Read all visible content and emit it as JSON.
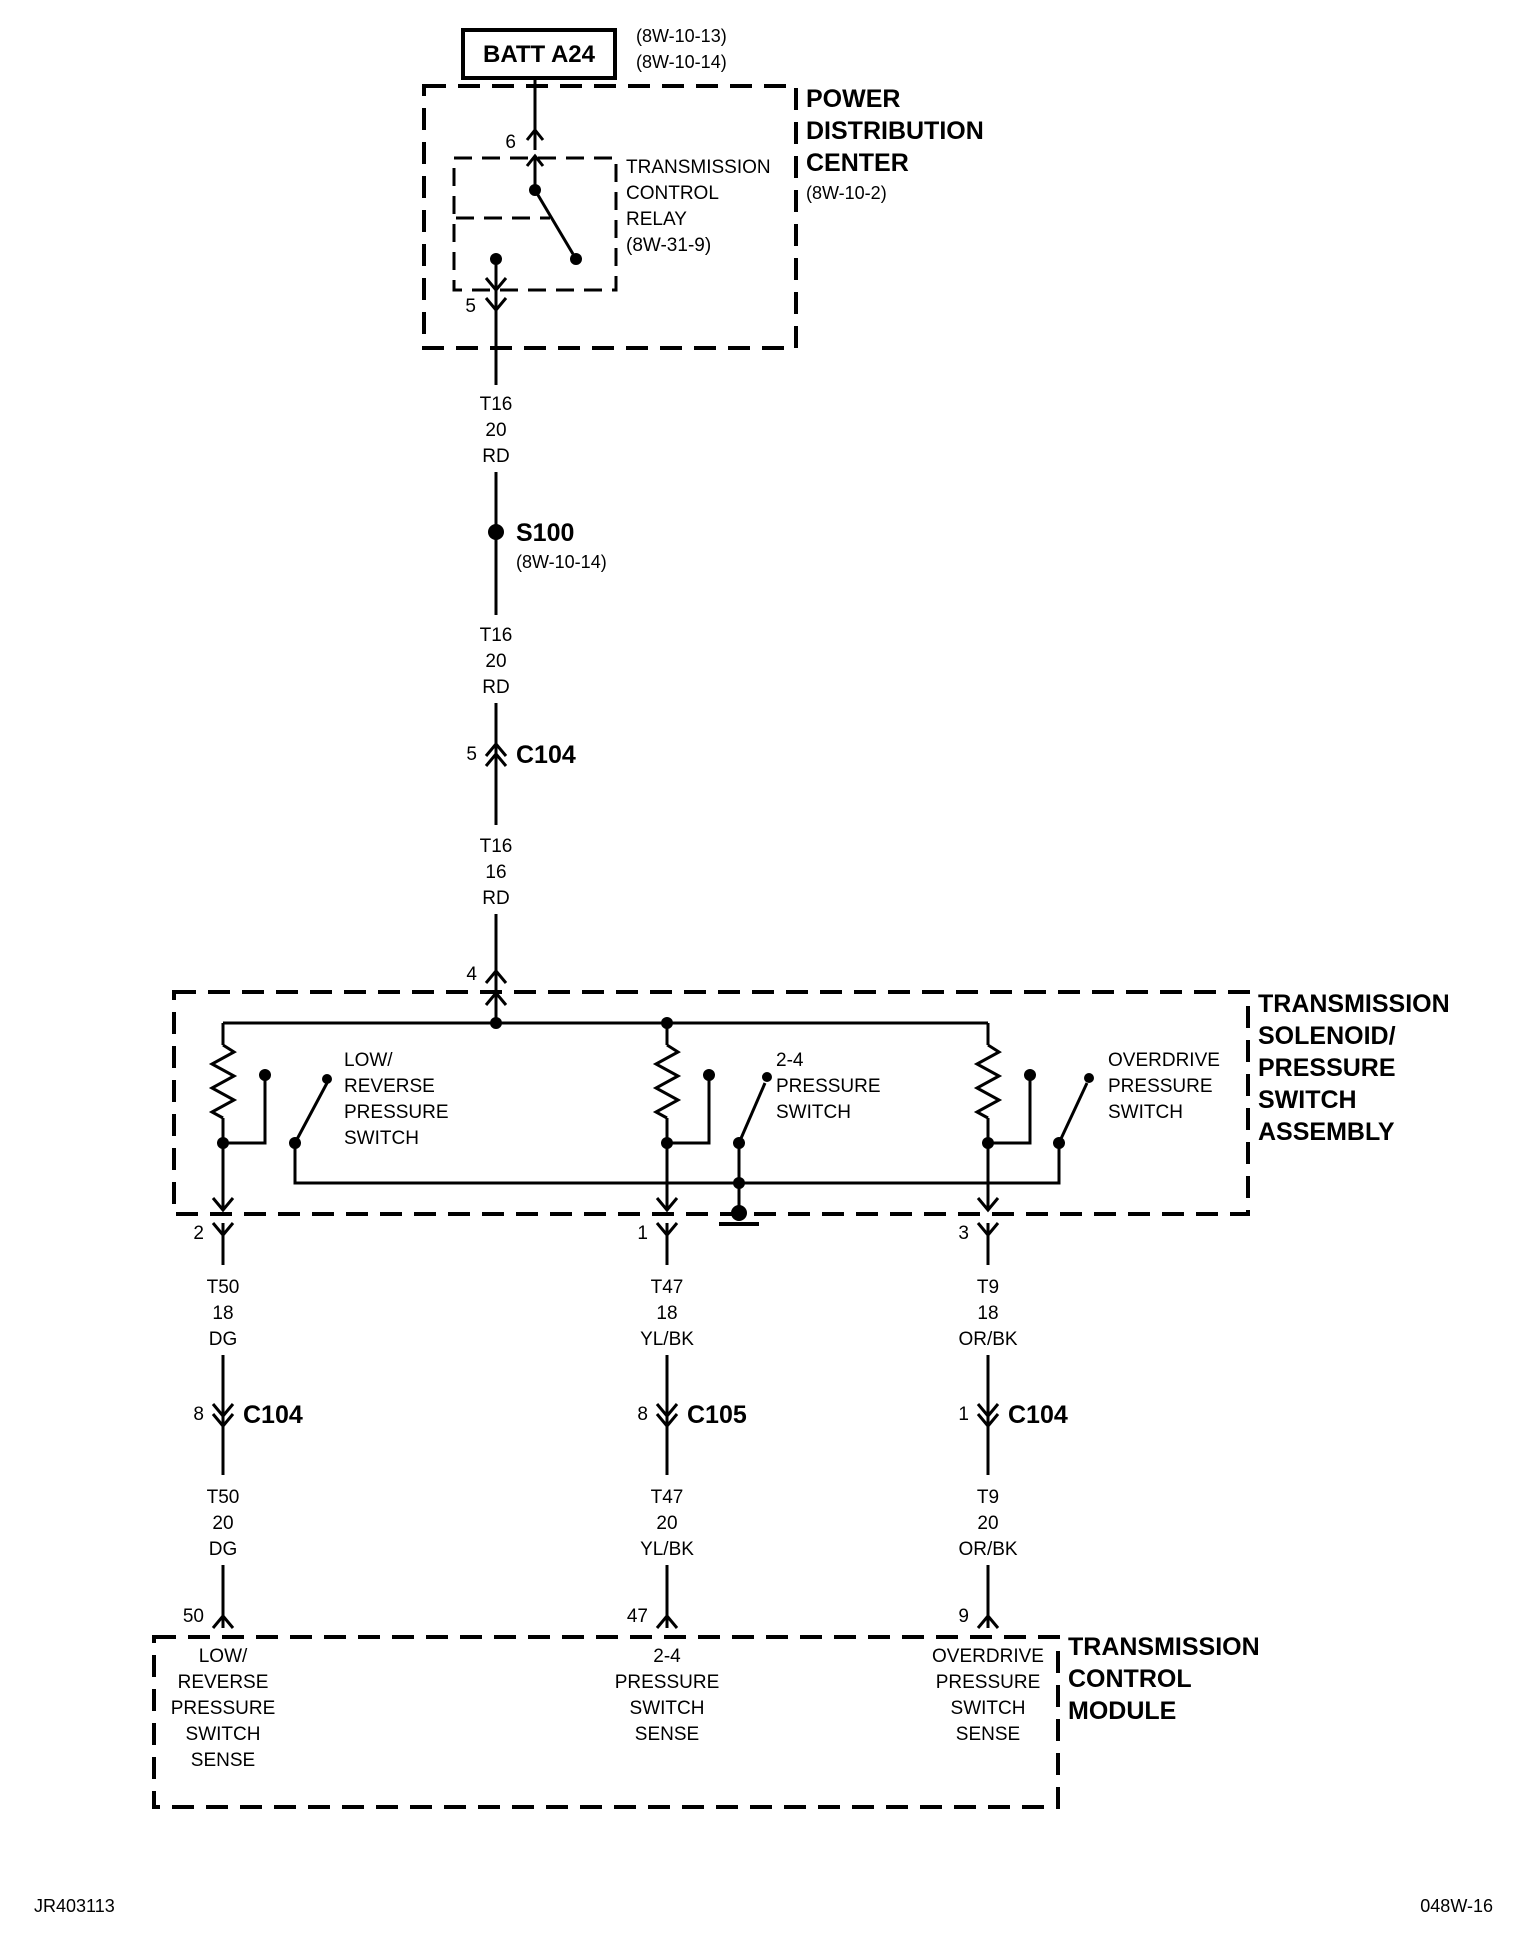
{
  "source": {
    "label": "BATT A24",
    "refs": [
      "(8W-10-13)",
      "(8W-10-14)"
    ]
  },
  "pdc": {
    "title_lines": [
      "POWER",
      "DISTRIBUTION",
      "CENTER"
    ],
    "ref": "(8W-10-2)"
  },
  "relay": {
    "lines": [
      "TRANSMISSION",
      "CONTROL",
      "RELAY",
      "(8W-31-9)"
    ],
    "pin_in": "6",
    "pin_out": "5"
  },
  "wire_a": [
    "T16",
    "20",
    "RD"
  ],
  "splice": {
    "label": "S100",
    "ref": "(8W-10-14)"
  },
  "wire_b": [
    "T16",
    "20",
    "RD"
  ],
  "conn_main": {
    "pin": "5",
    "label": "C104"
  },
  "wire_c": [
    "T16",
    "16",
    "RD"
  ],
  "assembly": {
    "title_lines": [
      "TRANSMISSION",
      "SOLENOID/",
      "PRESSURE",
      "SWITCH",
      "ASSEMBLY"
    ],
    "pin_in": "4",
    "switches": [
      {
        "lines": [
          "LOW/",
          "REVERSE",
          "PRESSURE",
          "SWITCH"
        ]
      },
      {
        "lines": [
          "2-4",
          "PRESSURE",
          "SWITCH"
        ]
      },
      {
        "lines": [
          "OVERDRIVE",
          "PRESSURE",
          "SWITCH"
        ]
      }
    ]
  },
  "circuits": [
    {
      "pin_out": "2",
      "wire_top": [
        "T50",
        "18",
        "DG"
      ],
      "conn_pin": "8",
      "conn_label": "C104",
      "wire_bottom": [
        "T50",
        "20",
        "DG"
      ],
      "tcm_pin": "50",
      "tcm_lines": [
        "LOW/",
        "REVERSE",
        "PRESSURE",
        "SWITCH",
        "SENSE"
      ]
    },
    {
      "pin_out": "1",
      "wire_top": [
        "T47",
        "18",
        "YL/BK"
      ],
      "conn_pin": "8",
      "conn_label": "C105",
      "wire_bottom": [
        "T47",
        "20",
        "YL/BK"
      ],
      "tcm_pin": "47",
      "tcm_lines": [
        "2-4",
        "PRESSURE",
        "SWITCH",
        "SENSE"
      ]
    },
    {
      "pin_out": "3",
      "wire_top": [
        "T9",
        "18",
        "OR/BK"
      ],
      "conn_pin": "1",
      "conn_label": "C104",
      "wire_bottom": [
        "T9",
        "20",
        "OR/BK"
      ],
      "tcm_pin": "9",
      "tcm_lines": [
        "OVERDRIVE",
        "PRESSURE",
        "SWITCH",
        "SENSE"
      ]
    }
  ],
  "tcm": {
    "title_lines": [
      "TRANSMISSION",
      "CONTROL",
      "MODULE"
    ]
  },
  "footer": {
    "left": "JR403113",
    "right": "048W-16"
  }
}
